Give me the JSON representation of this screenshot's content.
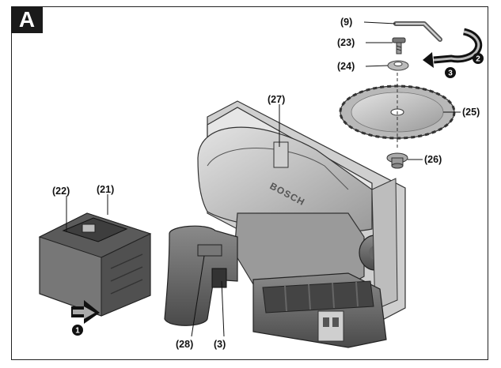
{
  "panel": {
    "letter": "A"
  },
  "labels": {
    "p9": "(9)",
    "p23": "(23)",
    "p24": "(24)",
    "p25": "(25)",
    "p26": "(26)",
    "p27": "(27)",
    "p22": "(22)",
    "p21": "(21)",
    "p28": "(28)",
    "p3": "(3)"
  },
  "steps": {
    "s1": "1",
    "s2": "2",
    "s3": "3"
  },
  "brand": {
    "text": "BOSCH"
  }
}
